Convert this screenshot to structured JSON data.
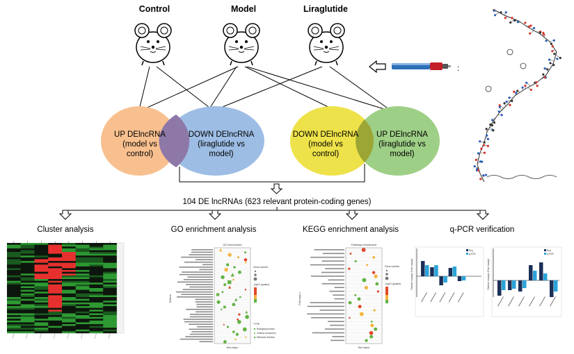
{
  "groups": {
    "control": "Control",
    "model": "Model",
    "liraglutide": "Liraglutide"
  },
  "colon": ":",
  "venn_left": {
    "up": [
      "UP DElncRNA",
      "(model vs",
      "control)"
    ],
    "down": [
      "DOWN DElncRNA",
      "(liraglutide vs",
      "model)"
    ]
  },
  "venn_right": {
    "down": [
      "DOWN DElncRNA",
      "(model vs",
      "control)"
    ],
    "up": [
      "UP DElncRNA",
      "(liraglutide vs",
      "model)"
    ]
  },
  "summary": "104 DE lncRNAs (623 relevant protein-coding genes)",
  "analyses": {
    "cluster": "Cluster analysis",
    "go": "GO enrichment analysis",
    "kegg": "KEGG enrichment analysis",
    "qpcr": "q-PCR verification"
  },
  "panels": {
    "go_title": "GO enrichment",
    "go_xlabel": "Rich factor",
    "go_ylabel": "GOterm",
    "go_legend_gene": "Gene number",
    "go_legend_q": "-log10 (qvalue)",
    "go_legend_type": "TYPE",
    "go_types": [
      "Biological process",
      "Cellular component",
      "Molecular function"
    ],
    "kegg_title": "Pathway enrichment",
    "kegg_xlabel": "Rich factor",
    "kegg_ylabel": "Path ways 1",
    "kegg_legend_gene": "Gene number",
    "kegg_legend_q": "-log10 (qvalue)",
    "qpcr_legend": [
      "Seq",
      "q-PCR"
    ],
    "qpcr_ylabel": "Relative changes (Fold change)",
    "qpcr_ylabel2": "Relative changes (Fold change)"
  },
  "colors": {
    "up_left": "#f8c08f",
    "down_left": "#9dbde4",
    "overlap_left": "#8e78a8",
    "down_right": "#eee24a",
    "up_right": "#9ecf86",
    "overlap_right": "#9ca634",
    "qpcr_seq": "#1b2f57",
    "qpcr_pcr": "#2aa3d9",
    "pen_blue": "#2b6fb7",
    "pen_red": "#c21f2a"
  }
}
